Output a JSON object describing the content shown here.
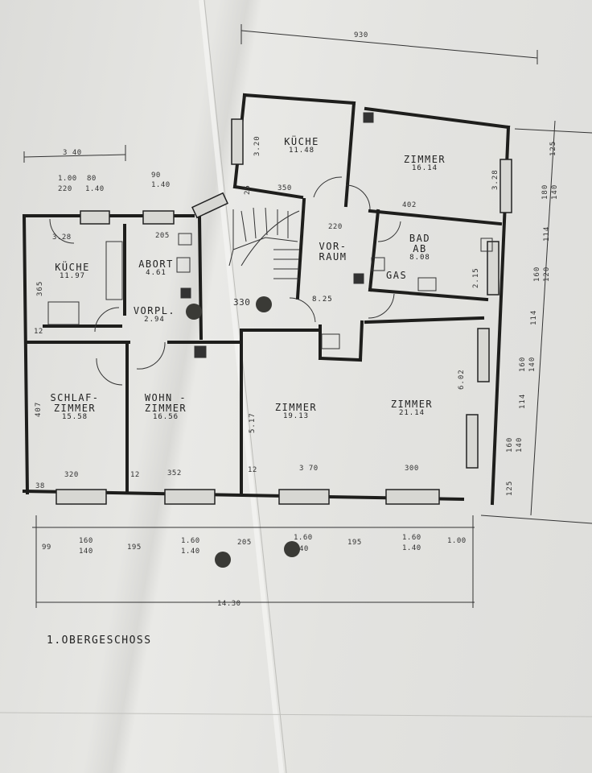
{
  "plan": {
    "title": "1.OBERGESCHOSS",
    "rooms": {
      "kueche_right": {
        "name": "KÜCHE",
        "area": "11.48"
      },
      "zimmer_topright": {
        "name": "ZIMMER",
        "area": "16.14"
      },
      "bad": {
        "name": "BAD",
        "sub": "AB",
        "area": "8.08",
        "gas": "GAS"
      },
      "vorraum": {
        "name1": "VOR-",
        "name2": "RAUM",
        "area": "8.25",
        "width": "220"
      },
      "kueche_left": {
        "name": "KÜCHE",
        "area": "11.97"
      },
      "abort": {
        "name": "ABORT",
        "area": "4.61"
      },
      "vorpl": {
        "name": "VORPL.",
        "area": "2.94"
      },
      "schlaf": {
        "name1": "SCHLAF-",
        "name2": "ZIMMER",
        "area": "15.58"
      },
      "wohn": {
        "name1": "WOHN -",
        "name2": "ZIMMER",
        "area": "16.56"
      },
      "zimmer_mid": {
        "name": "ZIMMER",
        "area": "19.13"
      },
      "zimmer_right": {
        "name": "ZIMMER",
        "area": "21.14"
      }
    },
    "dims": {
      "top_930": "930",
      "left_340": "3 40",
      "left_100": "1.00",
      "left_80": "80",
      "left_90": "90",
      "left_220": "220",
      "left_140a": "1.40",
      "left_140b": "1.40",
      "d350": "350",
      "d402": "402",
      "d205": "205",
      "d328": "3.28",
      "d330": "330",
      "d320": "320",
      "d12a": "12",
      "d352": "352",
      "d12b": "12",
      "d370": "3 70",
      "d300": "300",
      "d38": "38",
      "d12c": "12",
      "v365": "365",
      "v407": "407",
      "v517": "5.17",
      "v602": "6.02",
      "v320": "3.20",
      "v328": "3.28",
      "v25": "25",
      "v215": "2.15",
      "bottom_row": [
        "99",
        "160",
        "195",
        "1.60",
        "205",
        "1.60",
        "195",
        "1.60",
        "1.00"
      ],
      "bottom_row2": [
        "140",
        "1.40",
        "40",
        "1.40"
      ],
      "total_1430": "14.30",
      "right_col": [
        "125",
        "180",
        "140",
        "114",
        "160",
        "120",
        "114",
        "160",
        "140",
        "114",
        "160",
        "140",
        "125"
      ]
    }
  }
}
